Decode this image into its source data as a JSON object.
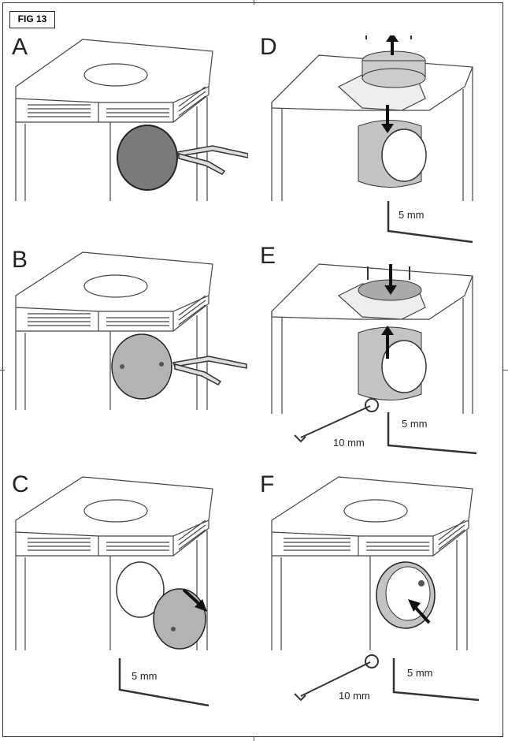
{
  "figure": {
    "tag": "FIG 13"
  },
  "panels": [
    {
      "letter": "A",
      "tools": []
    },
    {
      "letter": "B",
      "tools": []
    },
    {
      "letter": "C",
      "tools": [
        "5 mm"
      ]
    },
    {
      "letter": "D",
      "tools": [
        "5 mm"
      ]
    },
    {
      "letter": "E",
      "tools": [
        "5 mm",
        "10 mm"
      ]
    },
    {
      "letter": "F",
      "tools": [
        "5 mm",
        "10 mm"
      ]
    }
  ],
  "colors": {
    "line": "#444444",
    "disc": "#7a7a7a",
    "plate": "#b3b3b3",
    "metal": "#d9d9d9"
  },
  "icons": [
    "up-arrow-icon",
    "down-arrow-icon",
    "diagonal-arrow-icon",
    "allen-key-icon",
    "wrench-icon",
    "locking-pliers-icon",
    "screw-icon"
  ]
}
